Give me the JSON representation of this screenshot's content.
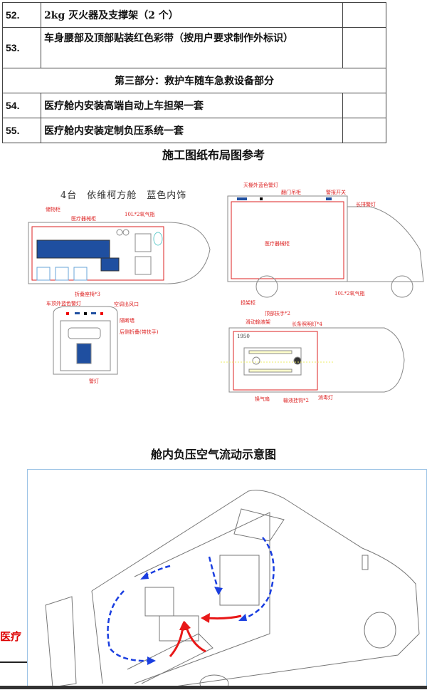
{
  "table": {
    "rows": [
      {
        "num": "52.",
        "text": "2kg 灭火器及支撑架（2 个）"
      },
      {
        "num": "53.",
        "text": "车身腰部及顶部贴装红色彩带（按用户要求制作外标识）"
      },
      {
        "section": "第三部分：救护车随车急救设备部分"
      },
      {
        "num": "54.",
        "text": "医疗舱内安装高端自动上车担架一套"
      },
      {
        "num": "55.",
        "text": "医疗舱内安装定制负压系统一套"
      }
    ]
  },
  "layout_title": "施工图纸布局图参考",
  "layout_subtitle": "4台　依维柯方舱　蓝色内饰",
  "drawing_labels": {
    "top_view": [
      "储物柜",
      "医疗器械柜",
      "10L*2氧气瓶",
      "折叠座椅*3"
    ],
    "rear_view": [
      "车顶外蓝色警灯",
      "空调出风口",
      "隔断墙",
      "后侧折叠(带扶手)",
      "警灯"
    ],
    "side_view": [
      "天棚外蓝色警灯",
      "翻门吊柜",
      "警报开关",
      "长排警灯",
      "医疗器械柜",
      "担架柜",
      "10L*2氧气瓶"
    ],
    "ceiling_view": [
      "顶部扶手*2",
      "滑动输液架",
      "长条照明灯*4",
      "1950",
      "换气扇",
      "输液挂钩*2",
      "消毒灯"
    ]
  },
  "airflow_title": "舱内负压空气流动示意图",
  "side_text": "医疗",
  "colors": {
    "arrow_blue": "#1a3ee0",
    "arrow_red": "#e81818",
    "label_red": "#dd2222",
    "interior_blue": "#1f4fa0"
  }
}
